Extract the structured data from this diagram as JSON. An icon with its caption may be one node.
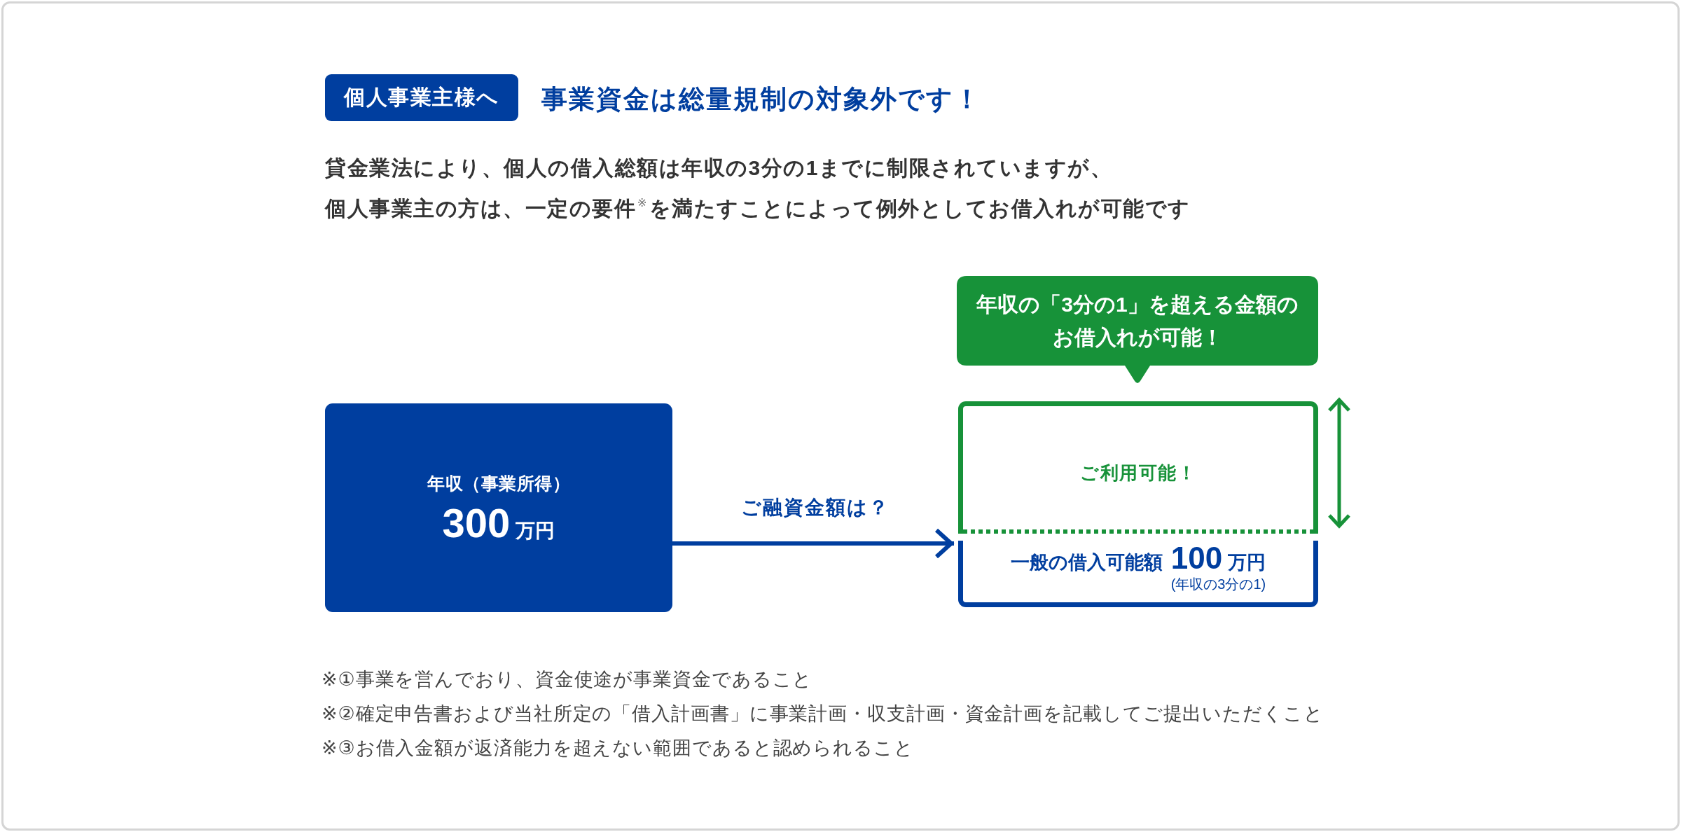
{
  "diagram": {
    "title": "事業資金は総量規制の対象外です！",
    "nodes": [
      {
        "text": [
          "個人事業主様へ"
        ]
      },
      {
        "text": [
          "年収（事業所得）",
          "300",
          "万円"
        ]
      },
      {
        "text": [
          "年収の「3分の1」を超える金額のお借入れが可能！"
        ]
      },
      {
        "text": [
          "ご利用可能！"
        ]
      },
      {
        "text": [
          "一般の借入可能額",
          "100",
          "万円",
          "(年収の3分の1)"
        ]
      }
    ],
    "edges": [
      {
        "from": 1,
        "to": 4,
        "arrow": "to",
        "label": "ご融資金額は？"
      }
    ],
    "labels": [
      "貸金業法により、個人の借入総額は年収の3分の1までに制限されていますが、",
      "個人事業主の方は、一定の要件$^{※}$を満たすことによって例外としてお借入れが可能です",
      "※①事業を営んでおり、資金使途が事業資金であること",
      "※②確定申告書および当社所定の「借入計画書」に事業計画・収支計画・資金計画を記載してご提出いただくこと",
      "※③お借入金額が返済能力を超えない範囲であると認められること"
    ]
  }
}
